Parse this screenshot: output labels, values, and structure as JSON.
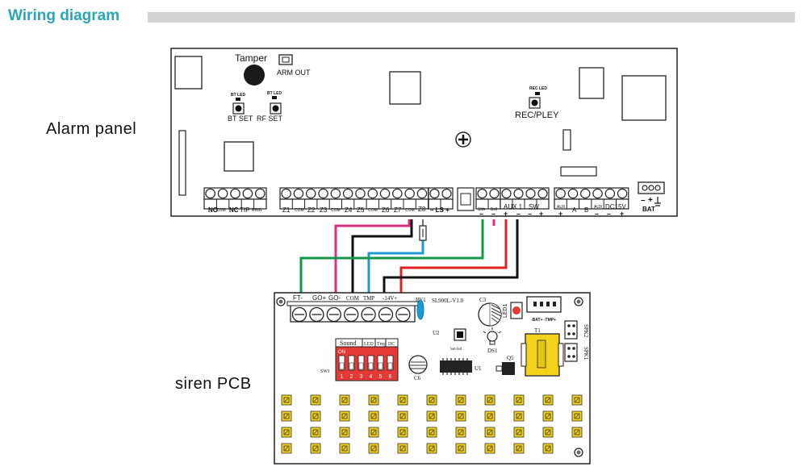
{
  "header": {
    "title": "Wiring diagram"
  },
  "labels": {
    "alarm_panel": "Alarm panel",
    "siren_pcb": "siren PCB"
  },
  "alarm_panel": {
    "tamper": "Tamper",
    "arm_out": "ARM OUT",
    "bt_led": "BT LED",
    "rf_led": "BT LED",
    "bt_set": "BT SET",
    "rf_set": "RF SET",
    "rec_led": "REC LED",
    "rec_pley": "REC/PLEY",
    "term_group1": [
      "NO",
      "COM",
      "NC",
      "TIP",
      "RING"
    ],
    "term_group2": [
      "Z1",
      "COM",
      "Z2",
      "Z3",
      "COM",
      "Z4",
      "Z5",
      "COM",
      "Z6",
      "Z7",
      "COM",
      "Z8"
    ],
    "ls": "– LS +",
    "strb": "Strb",
    "bell": "Bell",
    "aux1": "AUX 1",
    "sw": "SW",
    "aux_left": "AUX",
    "a": "A",
    "b": "B",
    "aux_right": "AUX",
    "dc15v": "DC15V",
    "bat": "BAT"
  },
  "siren": {
    "terminals": [
      "FT-",
      "GO+",
      "GO-",
      "COM",
      "TMP",
      "-14V+"
    ],
    "rv1": "RV1",
    "model": "SL900L-V1.0",
    "c3": "C3",
    "led1": "LED1",
    "connector": "-BAT+ -TMP+",
    "u2": "U2",
    "set_led": "Set-led",
    "ds1": "DS1",
    "q5": "Q5",
    "u1": "U1",
    "t1": "T1",
    "spk2": "SPK2",
    "spk1": "SPK1",
    "c6": "C6",
    "sw1": "SW1",
    "dip_headers": [
      "Sound",
      "LED",
      "Tmp",
      "DC"
    ],
    "dip_on": "ON",
    "dip_numbers": [
      "1",
      "2",
      "3",
      "4",
      "5",
      "6"
    ]
  },
  "wire_colors": {
    "magenta": "#d6317f",
    "black": "#111111",
    "blue": "#1e9bd6",
    "green": "#169448",
    "red": "#e02020",
    "pcb_red": "#e53935",
    "pad_yellow": "#f3d21b"
  }
}
